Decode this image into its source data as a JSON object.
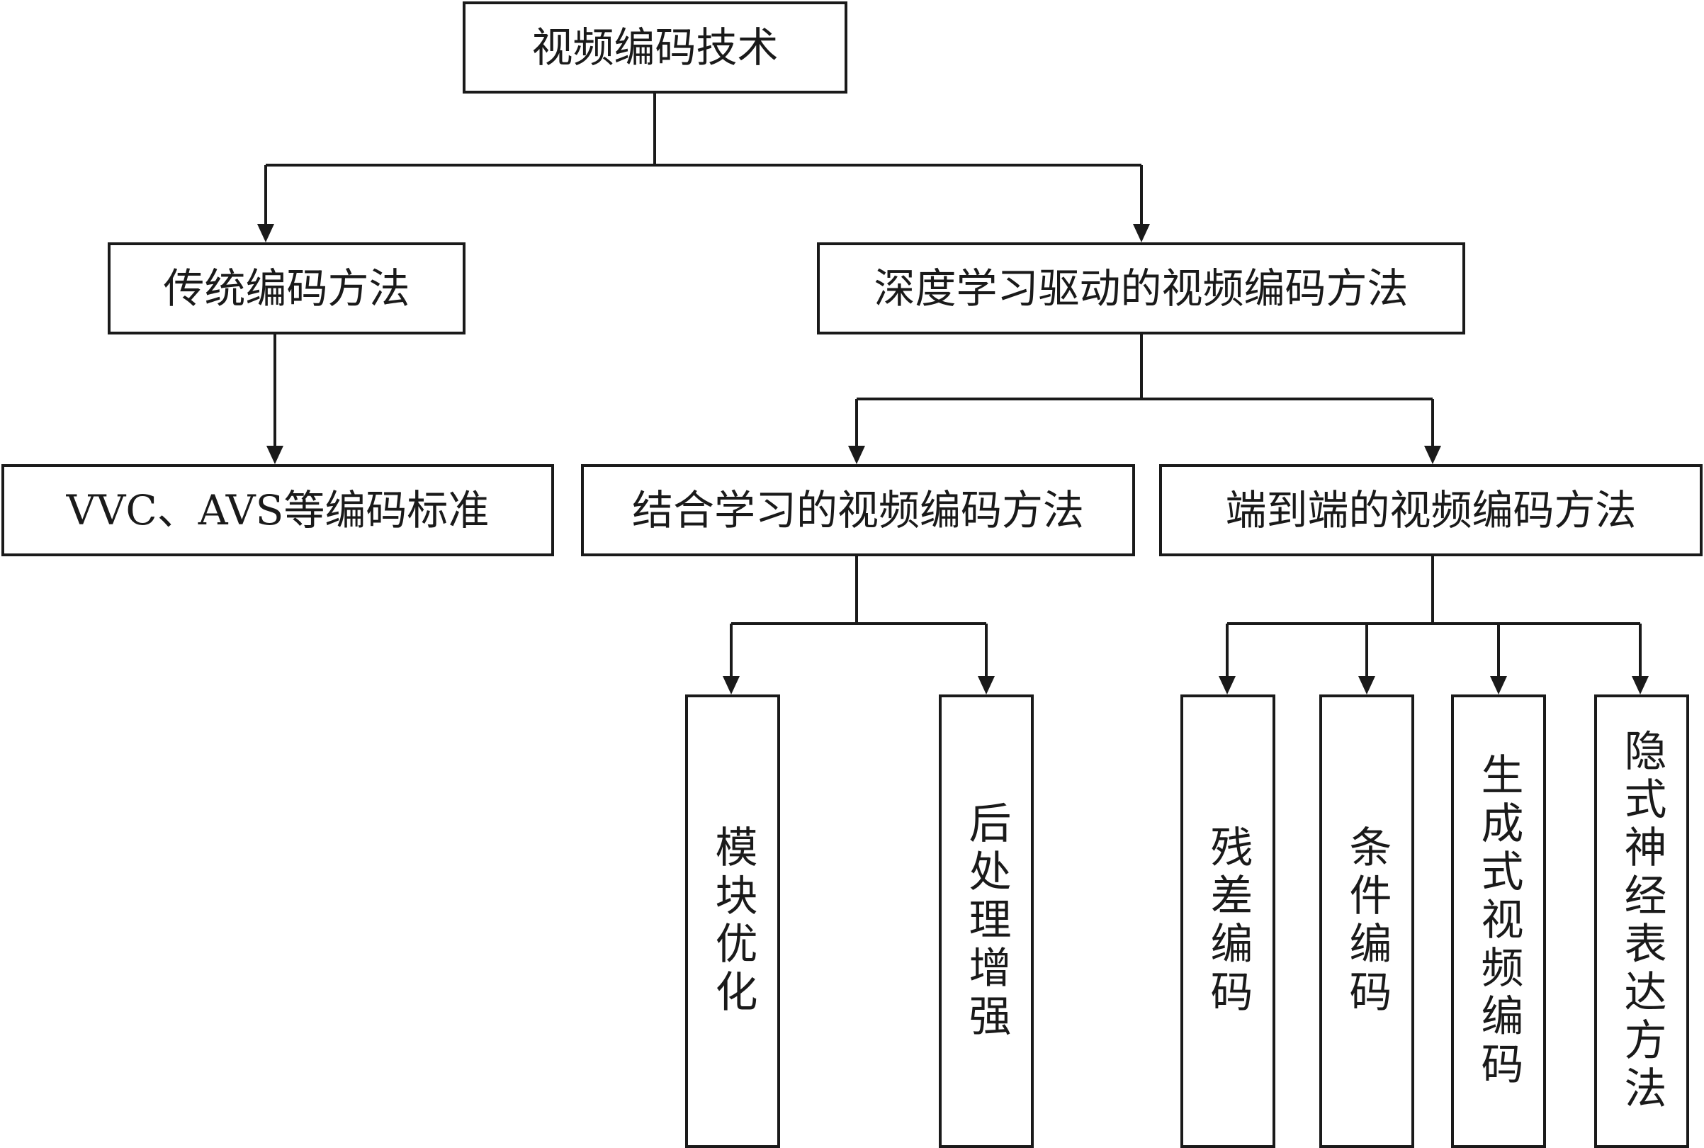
{
  "root": {
    "label": "视频编码技术"
  },
  "traditional": {
    "label": "传统编码方法",
    "child": {
      "label": "VVC、AVS等编码标准"
    }
  },
  "deep_learning": {
    "label": "深度学习驱动的视频编码方法",
    "hybrid": {
      "label": "结合学习的视频编码方法",
      "children": [
        {
          "label": "模块优化"
        },
        {
          "label": "后处理增强"
        }
      ]
    },
    "end_to_end": {
      "label": "端到端的视频编码方法",
      "children": [
        {
          "label": "残差编码"
        },
        {
          "label": "条件编码"
        },
        {
          "label": "生成式视频编码"
        },
        {
          "label": "隐式神经表达方法"
        }
      ]
    }
  },
  "colors": {
    "line": "#1a1a1a",
    "box_border": "#1a1a1a",
    "background": "#ffffff"
  }
}
